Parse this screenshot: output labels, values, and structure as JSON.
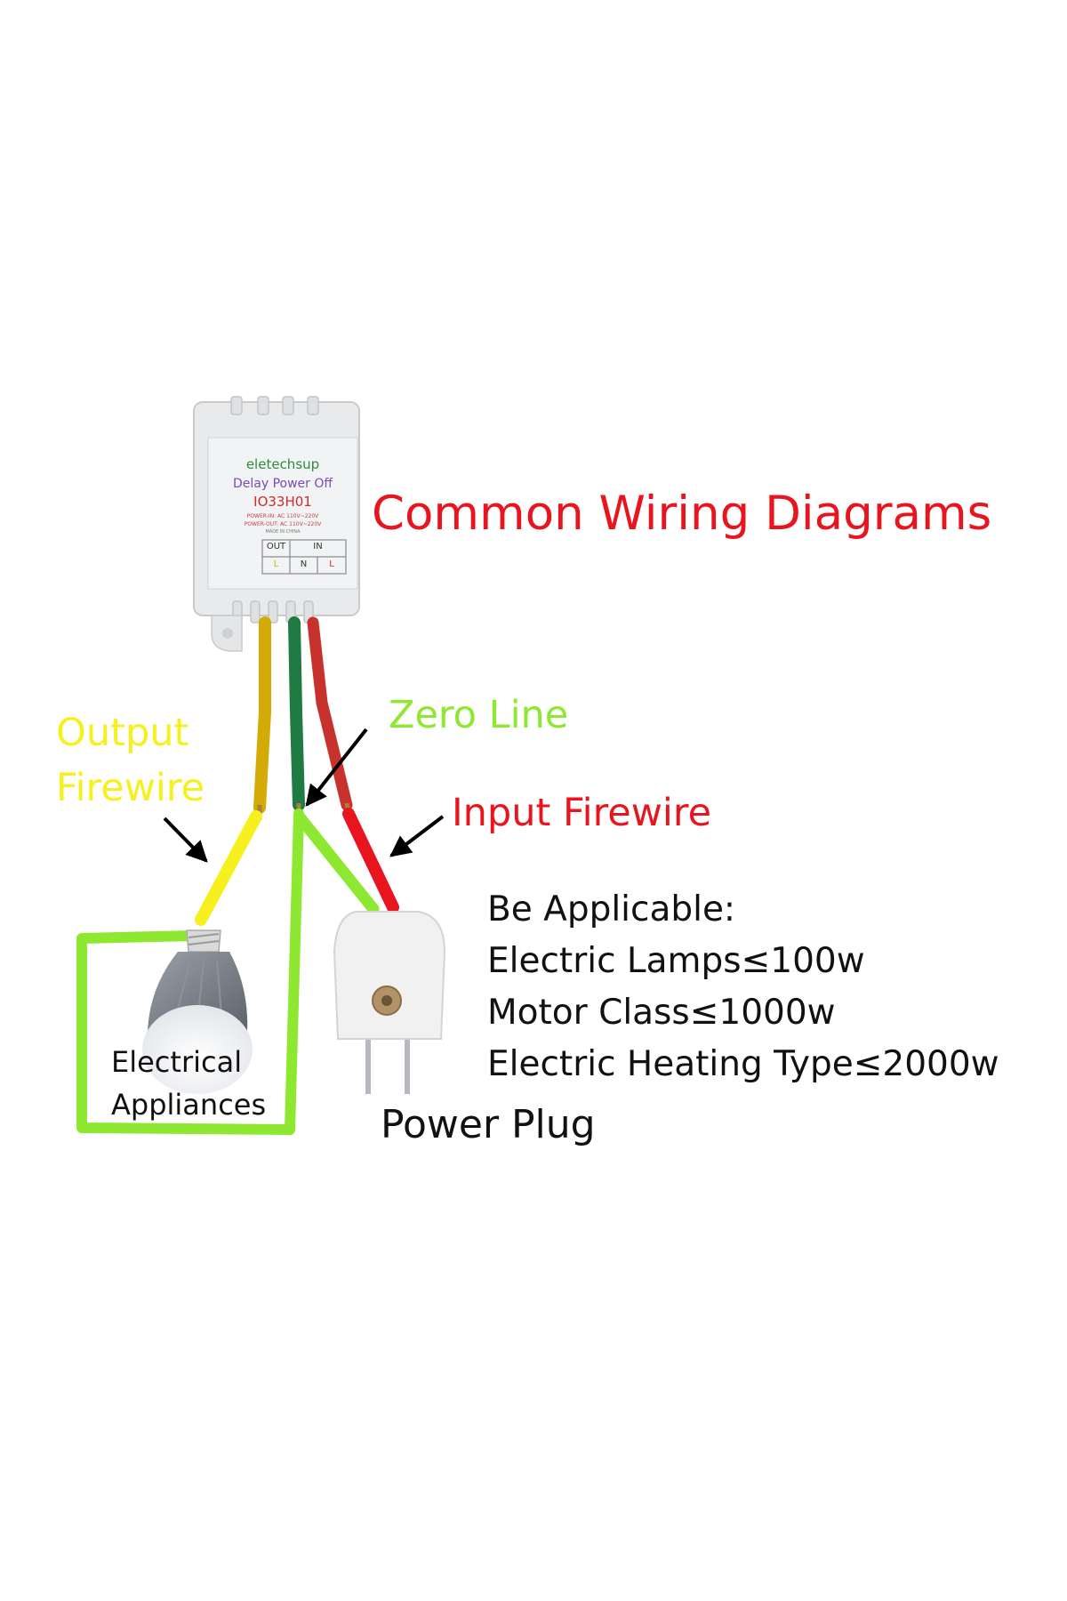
{
  "title": "Common Wiring Diagrams",
  "device": {
    "brand": "eletechsup",
    "name": "Delay Power Off",
    "model": "IO33H01",
    "spec_in": "POWER-IN: AC 110V~220V",
    "spec_out": "POWER-OUT: AC 110V~220V",
    "made_in": "MADE IN CHINA",
    "terminal_out": "OUT",
    "terminal_in": "IN",
    "pins": [
      "L",
      "N",
      "L"
    ]
  },
  "labels": {
    "output_firewire_line1": "Output",
    "output_firewire_line2": "Firewire",
    "zero_line": "Zero Line",
    "input_firewire": "Input Firewire",
    "power_plug": "Power Plug",
    "appliance_line1": "Electrical",
    "appliance_line2": "Appliances"
  },
  "applicable": {
    "heading": "Be Applicable:",
    "items": [
      "Electric Lamps≤100w",
      "Motor Class≤1000w",
      "Electric Heating Type≤2000w"
    ]
  },
  "colors": {
    "title": "#e8141e",
    "output_wire": "#f5f01e",
    "zero_wire": "#8ee832",
    "input_wire": "#e8141e",
    "text": "#111111"
  }
}
